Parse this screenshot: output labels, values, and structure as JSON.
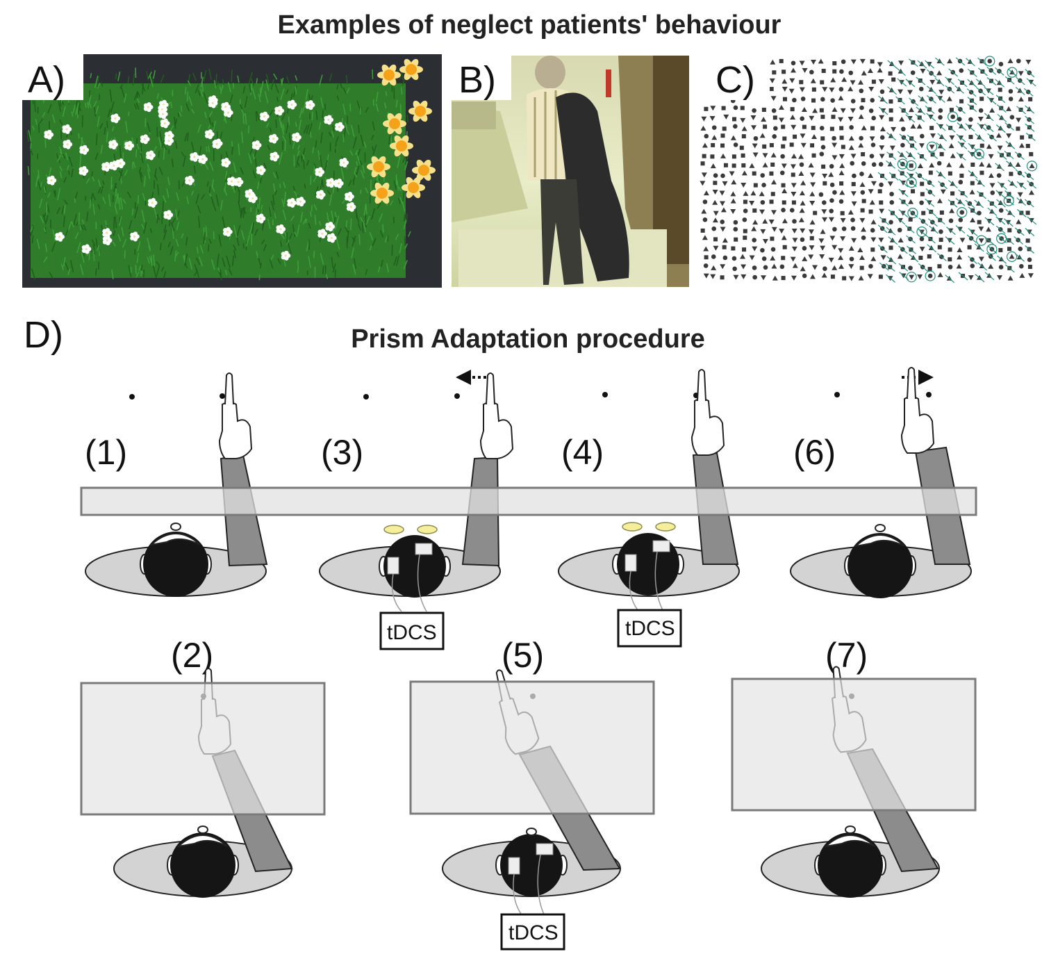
{
  "titles": {
    "top": "Examples of neglect patients' behaviour",
    "procedure": "Prism Adaptation procedure"
  },
  "panels": {
    "a": "A)",
    "b": "B)",
    "c": "C)",
    "d": "D)"
  },
  "steps": [
    "(1)",
    "(2)",
    "(3)",
    "(4)",
    "(5)",
    "(6)",
    "(7)"
  ],
  "device_label": "tDCS",
  "colors": {
    "grass": "#2f7d2a",
    "daisy": "#ffffff",
    "daffodil": "#f3a21a",
    "table": "#d3d3d3",
    "head": "#151515",
    "arm": "#8c8c8c",
    "screen": "#e6e6e6",
    "goggles": "#f5ef9c",
    "cancel_mark": "#1f8f7a"
  }
}
